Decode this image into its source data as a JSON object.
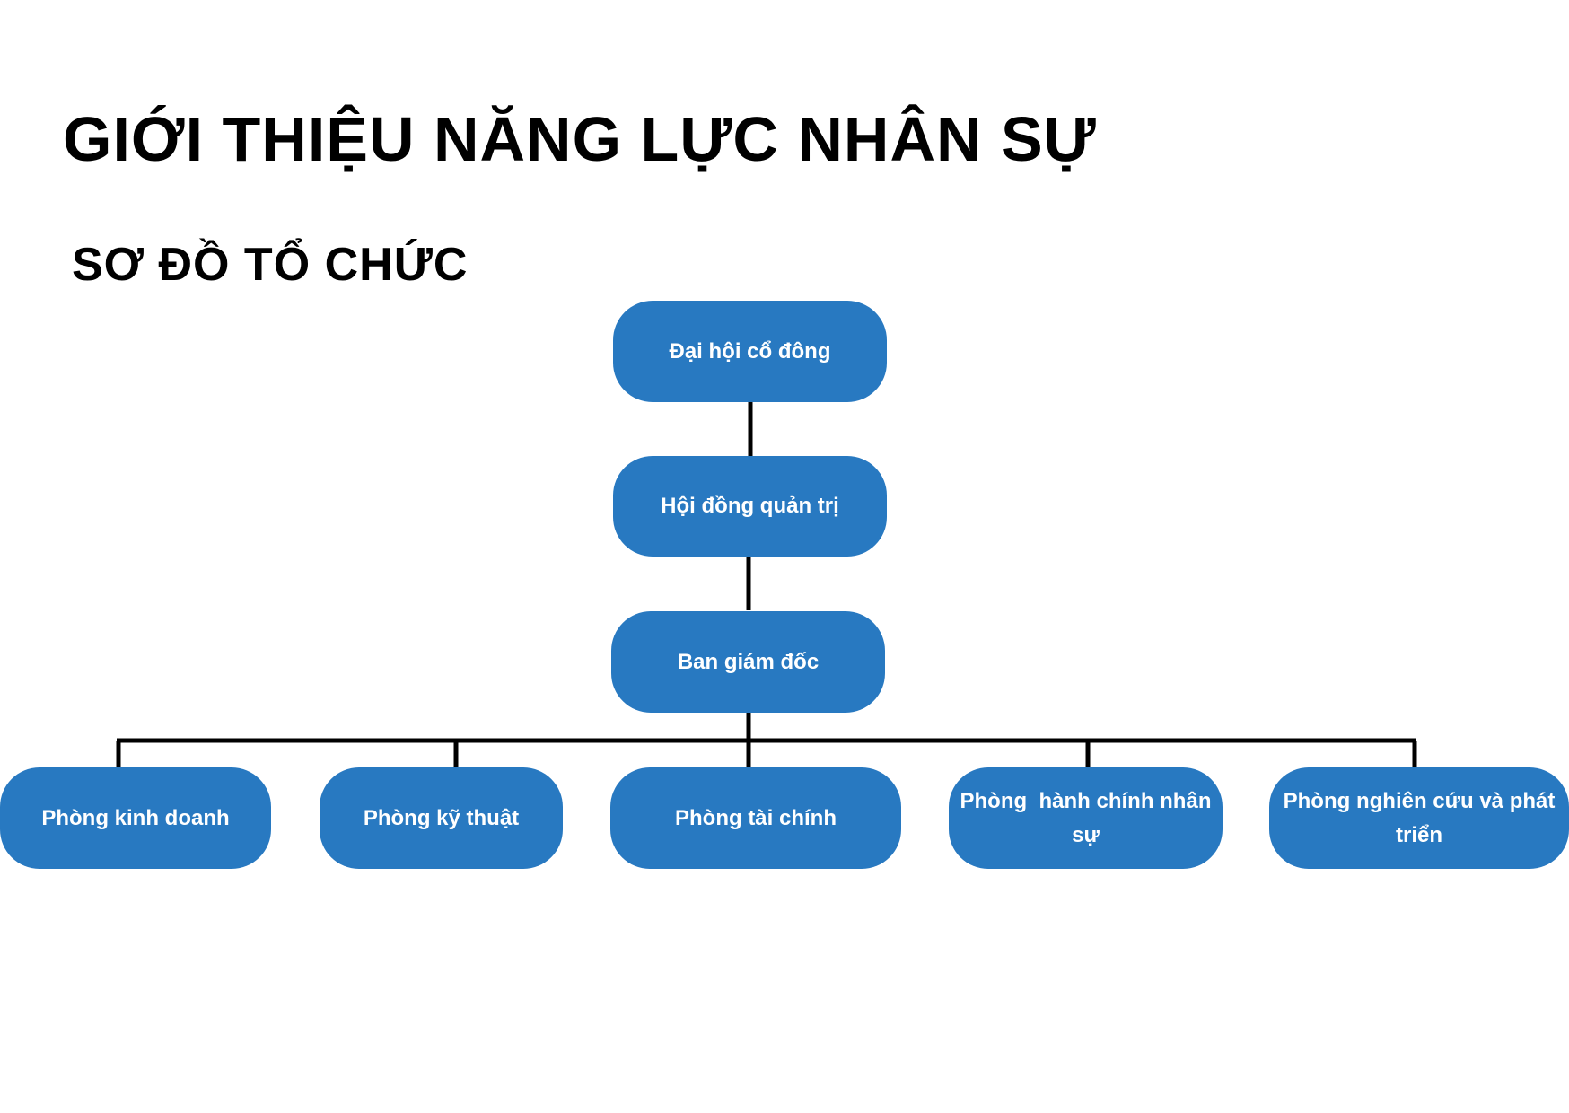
{
  "title": "GIỚI THIỆU NĂNG LỰC NHÂN SỰ",
  "subtitle": "SƠ ĐỒ TỔ CHỨC",
  "nodes": {
    "shareholders": "Đại hội cổ đông",
    "board": "Hội đồng quản trị",
    "directors": "Ban giám đốc",
    "departments": [
      "Phòng kinh doanh",
      "Phòng kỹ thuật",
      "Phòng tài chính",
      "Phòng  hành chính nhân sự",
      "Phòng nghiên cứu và phát triển"
    ]
  },
  "colors": {
    "box_fill": "#2879c1",
    "box_text": "#ffffff",
    "connector": "#000000"
  }
}
